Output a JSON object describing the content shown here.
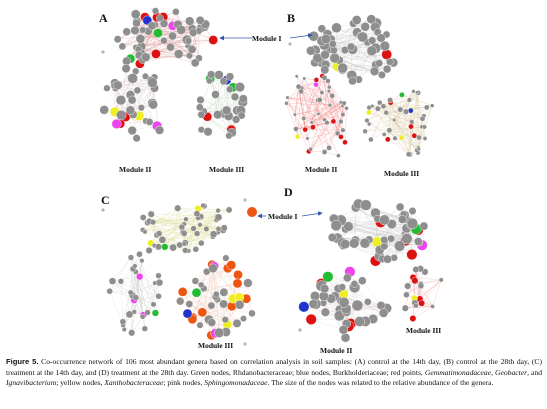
{
  "panels": [
    {
      "letter": "A",
      "module_labels": [
        "Module II",
        "Module III"
      ]
    },
    {
      "letter": "B",
      "module_labels": [
        "Module II",
        "Module III"
      ]
    },
    {
      "letter": "C",
      "module_labels": [
        "Module III"
      ]
    },
    {
      "letter": "D",
      "module_labels": [
        "Module II",
        "Module III"
      ]
    }
  ],
  "module_i_labels": [
    "Module I",
    "Module I"
  ],
  "colors": {
    "gray_node": "#8e8e8e",
    "small_node": "#b5b5b5",
    "rhodanobacteraceae": "#22bb33",
    "burkholderiaceae": "#2233cc",
    "red_points": "#dd1111",
    "xanthobacteraceae": "#eeee22",
    "sphingomonadaceae": "#ee44ee",
    "treatment_orange": "#ee5511"
  },
  "caption": {
    "figure_label": "Figure 5.",
    "seg1": " Co-occurrence network of 106 most abundant genera based on correlation analysis in soil samples: (A) control at the 14th day, (B) control at the 28th day, (C) treatment at the 14th day, and (D) treatment at the 28th day. Green nodes, Rhdanobacteraceae; blue nodes, Burkholderiaceae; red points, ",
    "genus1": "Gemmatimonadaceae",
    "seg2": ", ",
    "genus2": "Geobacter",
    "seg3": ", and ",
    "genus3": "Ignavibacterium",
    "seg4": "; yellow nodes, ",
    "genus4": "Xanthobacteraceae",
    "seg5": "; pink nodes, ",
    "genus5": "Sphingomonadaceae",
    "seg6": ". The size of the nodes was related to the relative abundance of the genera."
  }
}
